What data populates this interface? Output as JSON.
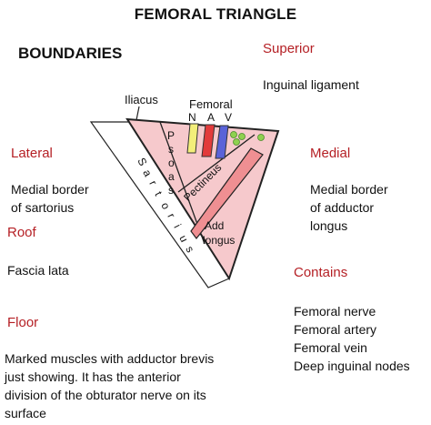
{
  "title": "FEMORAL TRIANGLE",
  "subtitle": "BOUNDARIES",
  "sections": {
    "superior": {
      "heading": "Superior",
      "text": "Inguinal ligament"
    },
    "lateral": {
      "heading": "Lateral",
      "lines": [
        "Medial border",
        "of sartorius"
      ]
    },
    "medial": {
      "heading": "Medial",
      "lines": [
        "Medial border",
        "of adductor",
        "longus"
      ]
    },
    "roof": {
      "heading": "Roof",
      "text": "Fascia lata"
    },
    "floor": {
      "heading": "Floor",
      "lines": [
        "Marked muscles with adductor brevis",
        "just showing. It has the anterior",
        "division of the obturator nerve on its",
        "surface"
      ]
    },
    "contains": {
      "heading": "Contains",
      "items": [
        "Femoral nerve",
        "Femoral artery",
        "Femoral vein",
        "Deep inguinal nodes"
      ]
    }
  },
  "diagram": {
    "iliacus": "Iliacus",
    "femoral": "Femoral",
    "nav": [
      "N",
      "A",
      "V"
    ],
    "psoas": [
      "P",
      "s",
      "o",
      "a",
      "s"
    ],
    "sartorius": [
      "S",
      "a",
      "r",
      "t",
      "o",
      "r",
      "i",
      "u",
      "s"
    ],
    "pectineus": "Pectineus",
    "add_longus": [
      "Add",
      "longus"
    ],
    "colors": {
      "fill": "#f6c9cc",
      "add_brevis": "#ef8f92",
      "nerve": "#f3ee7a",
      "artery": "#e23b3b",
      "vein": "#5a63d8",
      "nodes": "#8fd14f",
      "outline": "#222222"
    }
  }
}
